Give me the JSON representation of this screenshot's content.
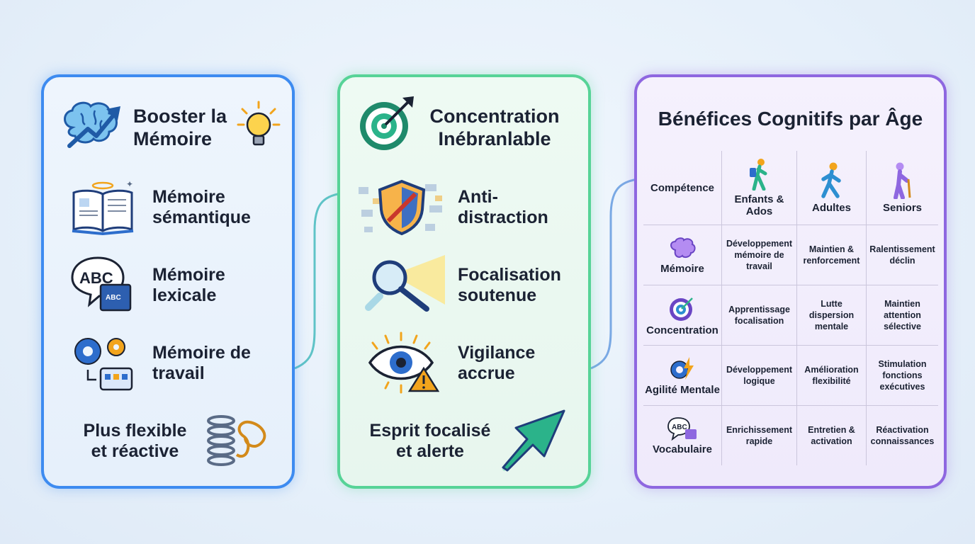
{
  "left_panel": {
    "title": "Booster la Mémoire",
    "items": [
      {
        "label": "Mémoire sémantique",
        "icon": "open-book-icon"
      },
      {
        "label": "Mémoire lexicale",
        "icon": "abc-speech-book-icon"
      },
      {
        "label": "Mémoire de travail",
        "icon": "gears-cards-icon"
      }
    ],
    "footer": "Plus flexible et réactive",
    "title_icons": [
      "brain-arrow-icon",
      "lightbulb-icon"
    ],
    "footer_icon": "spring-loop-icon"
  },
  "middle_panel": {
    "title": "Concentration Inébranlable",
    "items": [
      {
        "label": "Anti-distraction",
        "icon": "shield-icon"
      },
      {
        "label": "Focalisation soutenue",
        "icon": "magnifier-icon"
      },
      {
        "label": "Vigilance accrue",
        "icon": "eye-warning-icon"
      }
    ],
    "footer": "Esprit focalisé et alerte",
    "title_icon": "target-icon",
    "footer_icon": "arrow-cursor-icon"
  },
  "right_panel": {
    "title": "Bénéfices Cognitifs par Âge",
    "table": {
      "corner": "Compétence",
      "columns": [
        "Enfants & Ados",
        "Adultes",
        "Seniors"
      ],
      "column_icons": [
        "child-icon",
        "adult-icon",
        "senior-icon"
      ],
      "rows": [
        {
          "label": "Mémoire",
          "icon": "brain-icon",
          "cells": [
            "Développement mémoire de travail",
            "Maintien & renforcement",
            "Ralentissement déclin"
          ]
        },
        {
          "label": "Concentration",
          "icon": "target-icon",
          "cells": [
            "Apprentissage focalisation",
            "Lutte dispersion mentale",
            "Maintien attention sélective"
          ]
        },
        {
          "label": "Agilité Mentale",
          "icon": "gear-bolt-icon",
          "cells": [
            "Développement logique",
            "Amélioration flexibilité",
            "Stimulation fonctions exécutives"
          ]
        },
        {
          "label": "Vocabulaire",
          "icon": "abc-book-icon",
          "cells": [
            "Enrichissement rapide",
            "Entretien & activation",
            "Réactivation connaissances"
          ]
        }
      ]
    }
  },
  "colors": {
    "left_border": "#3d8bf0",
    "middle_border": "#57d397",
    "right_border": "#8e67e0",
    "text": "#1b2233"
  }
}
